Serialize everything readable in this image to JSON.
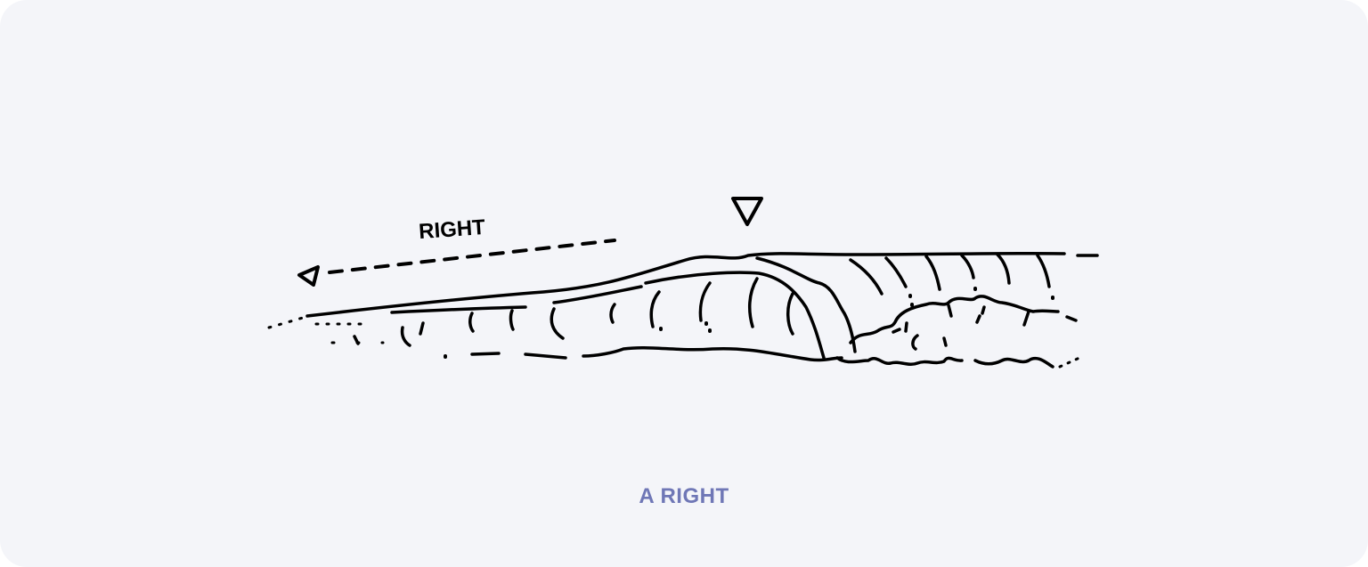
{
  "diagram": {
    "direction_label": "RIGHT",
    "caption": "A RIGHT",
    "subject": "wave breaking right, surfer-perspective peak marker and leftward direction arrow",
    "elements": [
      {
        "name": "peak-marker",
        "shape": "downward-triangle"
      },
      {
        "name": "direction-arrow",
        "shape": "left-pointing triangle with dashed line"
      },
      {
        "name": "wave-face",
        "shape": "sketch of peeling wave with whitewater"
      }
    ]
  },
  "colors": {
    "background": "#f4f5f9",
    "ink": "#000000",
    "caption": "#6f77b6"
  }
}
